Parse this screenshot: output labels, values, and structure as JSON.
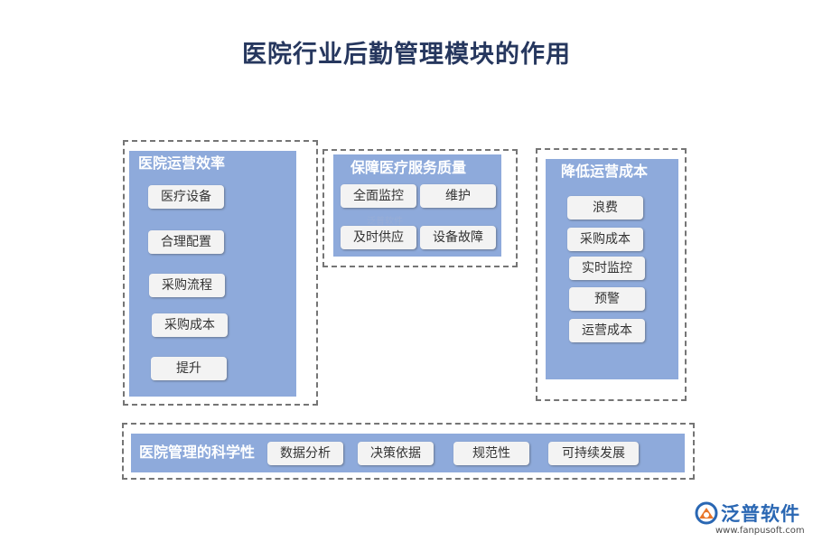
{
  "title": "医院行业后勤管理模块的作用",
  "efficiency": {
    "title": "医院运营效率",
    "items": [
      "医疗设备",
      "合理配置",
      "采购流程",
      "采购成本",
      "提升"
    ]
  },
  "quality": {
    "title": "保障医疗服务质量",
    "items": [
      "全面监控",
      "维护",
      "及时供应",
      "设备故障"
    ]
  },
  "cost": {
    "title": "降低运营成本",
    "items": [
      "浪费",
      "采购成本",
      "实时监控",
      "预警",
      "运营成本"
    ]
  },
  "science": {
    "title": "医院管理的科学性",
    "items": [
      "数据分析",
      "决策依据",
      "规范性",
      "可持续发展"
    ]
  },
  "watermark": "泛普软件",
  "logo": {
    "name": "泛普软件",
    "url": "www.fanpusoft.com"
  }
}
